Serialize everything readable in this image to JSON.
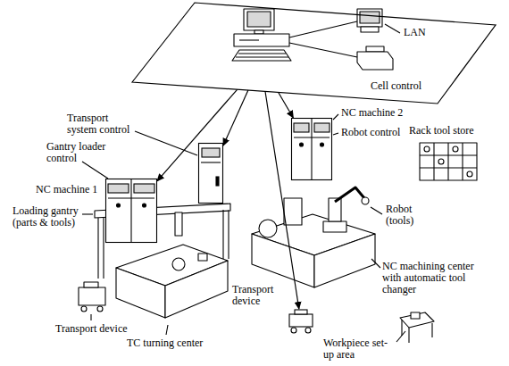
{
  "diagram": {
    "nodes": [
      {
        "text": [
          "Cell control"
        ]
      },
      {
        "text": [
          "Transport system control"
        ]
      },
      {
        "text": [
          "Gantry loader control",
          "NC machine 1"
        ]
      },
      {
        "text": [
          "NC machine 2",
          "Robot control"
        ]
      },
      {
        "text": [
          "Transport device"
        ]
      }
    ],
    "edges": [
      {
        "from": 0,
        "to": 1,
        "arrow": "to"
      },
      {
        "from": 0,
        "to": 2,
        "arrow": "to"
      },
      {
        "from": 0,
        "to": 3,
        "arrow": "to"
      },
      {
        "from": 0,
        "to": 4,
        "arrow": "to"
      }
    ],
    "labels": [
      "LAN",
      "Rack tool store",
      "Robot (tools)",
      "Loading gantry (parts & tools)",
      "NC machining center with automatic tool changer",
      "Transport device",
      "TC turning center",
      "Workpiece set-up area"
    ]
  }
}
